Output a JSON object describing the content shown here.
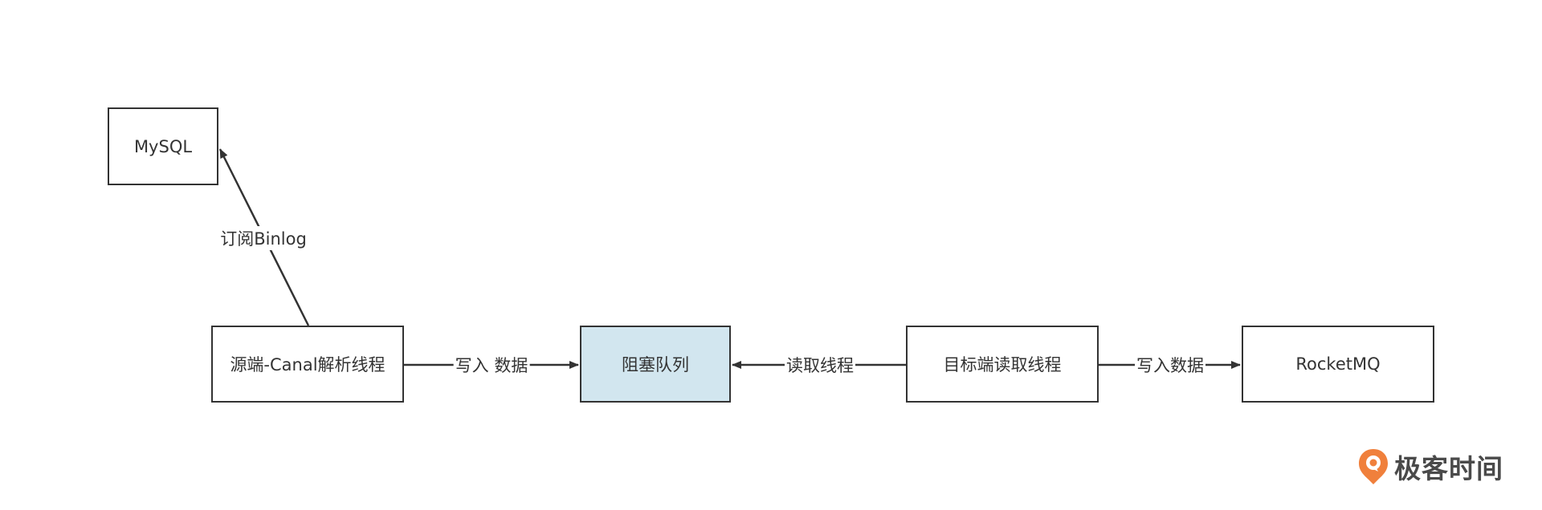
{
  "nodes": {
    "mysql": "MySQL",
    "source_thread": "源端-Canal解析线程",
    "blocking_queue": "阻塞队列",
    "target_thread": "目标端读取线程",
    "rocketmq": "RocketMQ"
  },
  "edges": {
    "subscribe_binlog": "订阅Binlog",
    "write_data_1": "写入 数据",
    "read_thread": "读取线程",
    "write_data_2": "写入数据"
  },
  "brand": {
    "name": "极客时间",
    "accent": "#f0803c"
  },
  "colors": {
    "line": "#333333",
    "queue_fill": "#d2e6ef"
  }
}
